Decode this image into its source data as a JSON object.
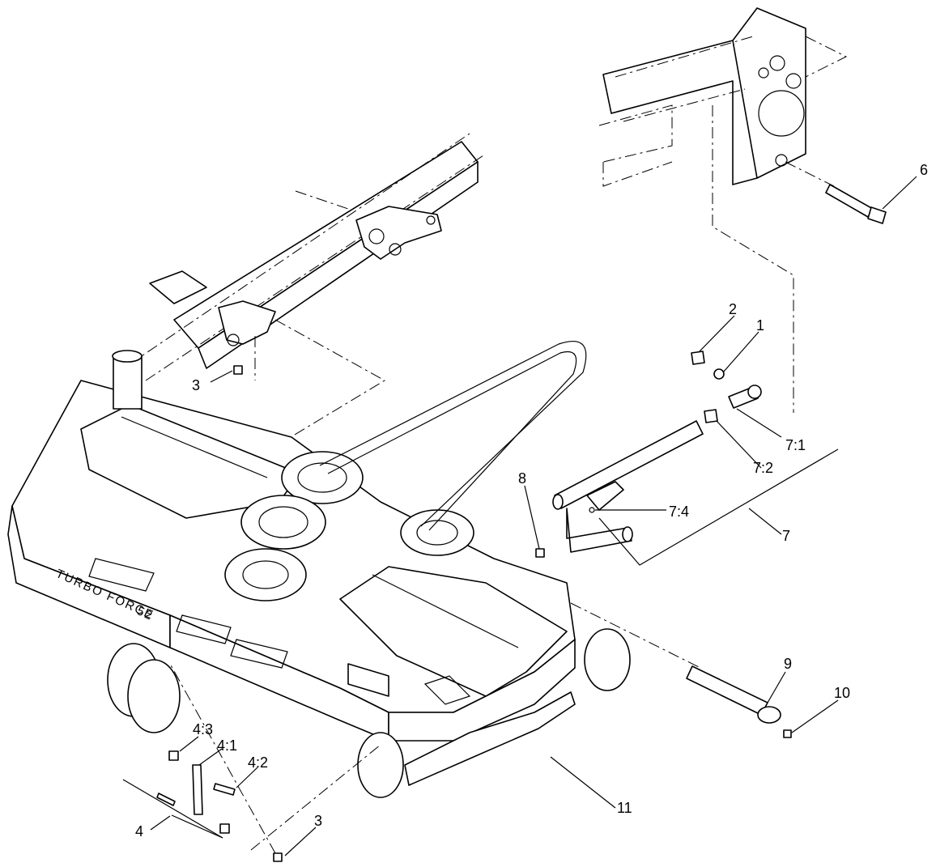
{
  "callouts": {
    "c1": "1",
    "c2": "2",
    "c3a": "3",
    "c3b": "3",
    "c4": "4",
    "c4_1": "4:1",
    "c4_2": "4:2",
    "c4_3": "4:3",
    "c6": "6",
    "c7": "7",
    "c7_1": "7:1",
    "c7_2": "7:2",
    "c7_4": "7:4",
    "c8": "8",
    "c9": "9",
    "c10": "10",
    "c11": "11"
  },
  "deck_decal": "TURBO FORCE",
  "deck_size": "52"
}
